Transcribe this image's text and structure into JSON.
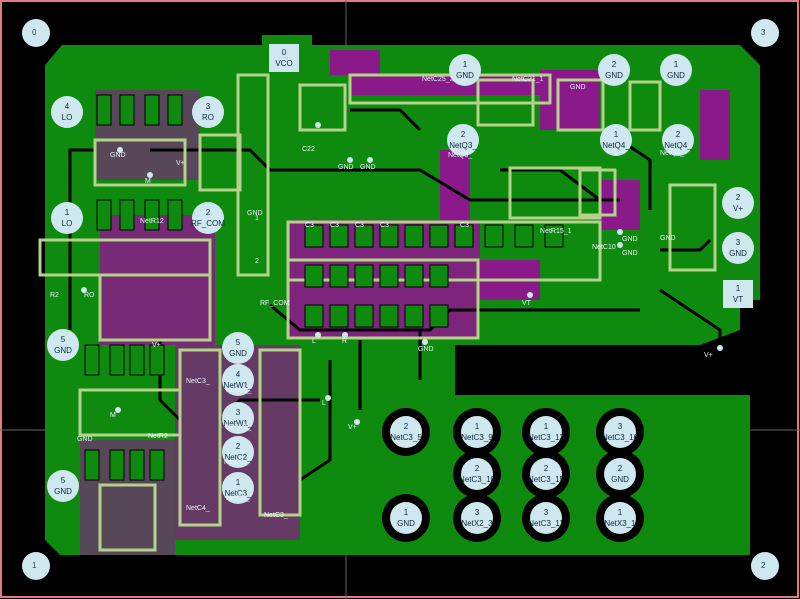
{
  "board": {
    "outline_color": "#e07a86",
    "copper_color": "#0e8a0e",
    "trace_color": "#8a1a8a",
    "silk_color": "#b4d28a",
    "pad_color": "#cfe7ef"
  },
  "corners": [
    "0",
    "3",
    "1",
    "2"
  ],
  "pads": [
    {
      "n": "0",
      "label": "VCO"
    },
    {
      "n": "4",
      "label": "LO"
    },
    {
      "n": "3",
      "label": "RO"
    },
    {
      "n": "1",
      "label": "LO"
    },
    {
      "n": "2",
      "label": "RF_COM"
    },
    {
      "n": "5",
      "label": "GND"
    },
    {
      "n": "5",
      "label": "GND"
    },
    {
      "n": "1",
      "label": "GND"
    },
    {
      "n": "2",
      "label": "GND"
    },
    {
      "n": "1",
      "label": "GND"
    },
    {
      "n": "2",
      "label": "NetQ3_"
    },
    {
      "n": "1",
      "label": "NetQ4_"
    },
    {
      "n": "2",
      "label": "NetQ4_"
    },
    {
      "n": "2",
      "label": "V+"
    },
    {
      "n": "3",
      "label": "GND"
    },
    {
      "n": "1",
      "label": "VT"
    },
    {
      "n": "5",
      "label": "GND"
    },
    {
      "n": "4",
      "label": "NetW1_"
    },
    {
      "n": "3",
      "label": "NetW1_"
    },
    {
      "n": "2",
      "label": "NetC2_"
    },
    {
      "n": "1",
      "label": "NetC3_"
    },
    {
      "n": "2",
      "label": "NetC3_5"
    },
    {
      "n": "1",
      "label": "NetC3_9"
    },
    {
      "n": "1",
      "label": "NetC3_13"
    },
    {
      "n": "3",
      "label": "NetC3_16"
    },
    {
      "n": "2",
      "label": "NetC3_10"
    },
    {
      "n": "2",
      "label": "NetC3_15"
    },
    {
      "n": "2",
      "label": "GND"
    },
    {
      "n": "1",
      "label": "GND"
    },
    {
      "n": "3",
      "label": "NetX2_3"
    },
    {
      "n": "3",
      "label": "NetC3_11"
    },
    {
      "n": "1",
      "label": "NetX3_1"
    }
  ],
  "silk_labels": [
    "NetC25_2",
    "NetC21_1",
    "GND",
    "C22",
    "GND",
    "GND",
    "NetQ3_",
    "NetQ4_",
    "C3",
    "C3",
    "C3",
    "C3",
    "C3",
    "NetR15_1",
    "NetC10",
    "GND",
    "GND",
    "VT",
    "RF_COM",
    "L",
    "R",
    "GND",
    "L",
    "V+",
    "V+",
    "NetR12",
    "R2",
    "RO",
    "GND",
    "M",
    "M",
    "V+",
    "NetR2",
    "GND",
    "1",
    "2",
    "GND",
    "V+",
    "GND",
    "NetC3_",
    "NetW1_",
    "NetW1_",
    "NetC4_",
    "NetC3_",
    "NetC3_",
    "NetC2"
  ]
}
